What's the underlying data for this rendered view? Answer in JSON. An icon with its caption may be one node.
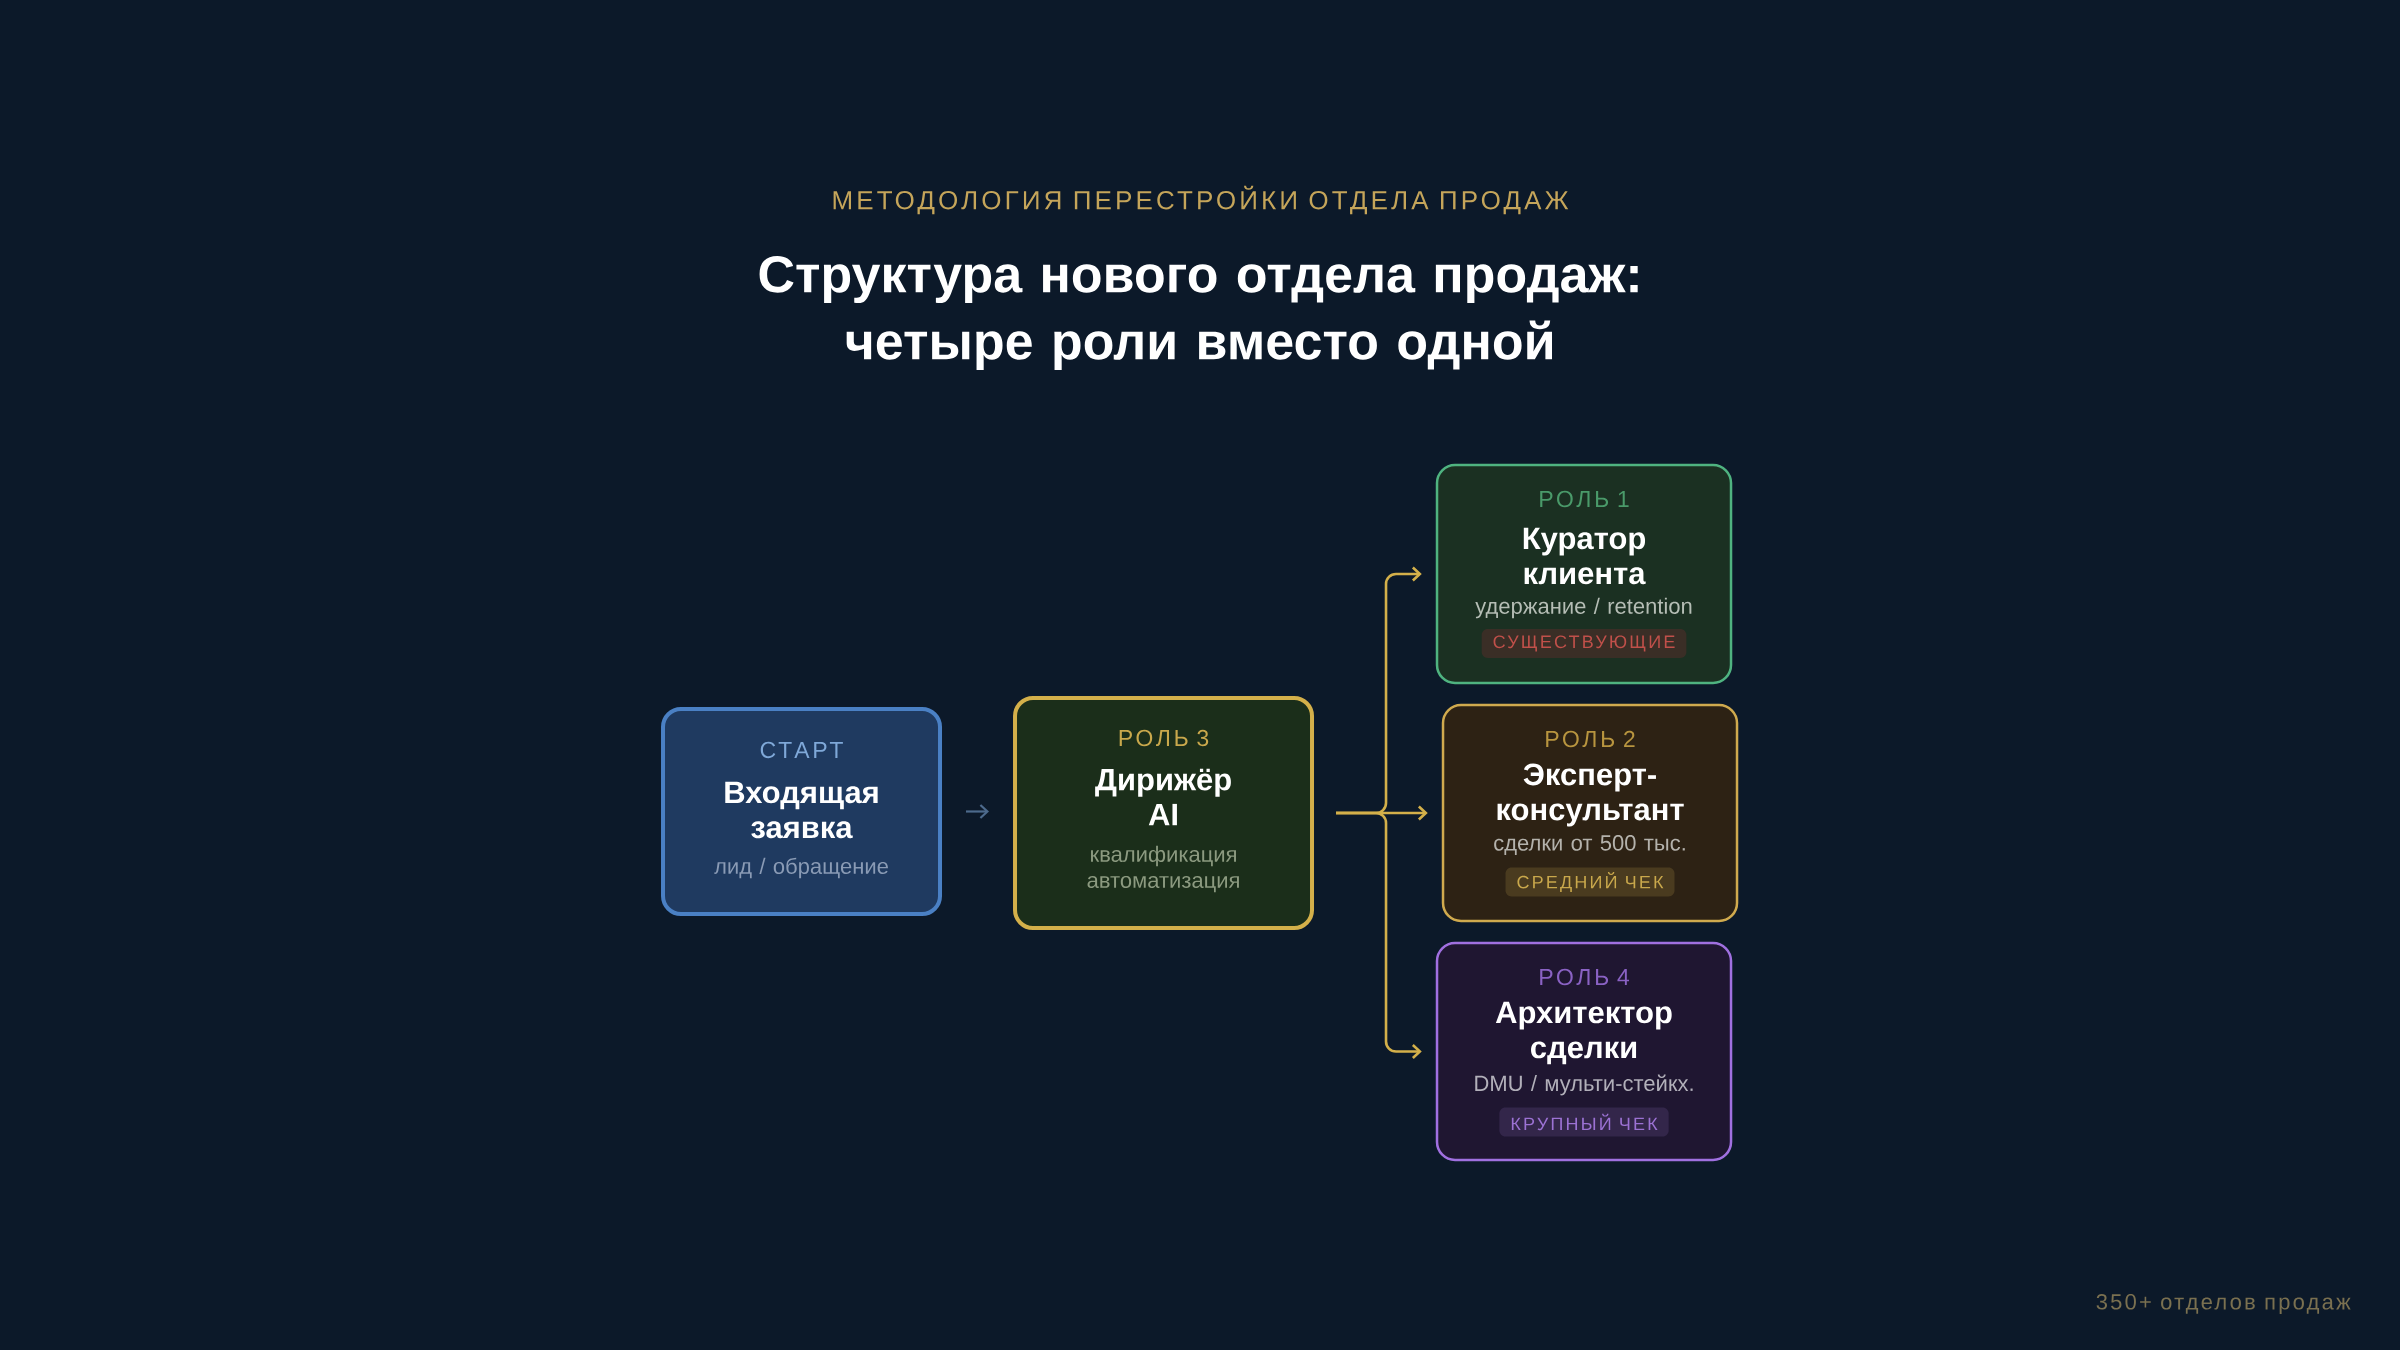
{
  "diagram": {
    "title": "Структура нового отдела продаж: четыре роли вместо одной",
    "nodes": [
      {
        "text": [
          "СТАРТ",
          "Входящая заявка",
          "лид / обращение"
        ]
      },
      {
        "text": [
          "РОЛЬ 3",
          "Дирижёр AI",
          "квалификация автоматизация"
        ]
      },
      {
        "text": [
          "РОЛЬ 1",
          "Куратор клиента",
          "удержание / retention"
        ]
      },
      {
        "text": [
          "СУЩЕСТВУЮЩИЕ"
        ],
        "in": 2
      },
      {
        "text": [
          "РОЛЬ 2",
          "Эксперт-консультант",
          "сделки от 500 тыс."
        ]
      },
      {
        "text": [
          "СРЕДНИЙ ЧЕК"
        ],
        "in": 4
      },
      {
        "text": [
          "РОЛЬ 4",
          "Архитектор сделки",
          "DMU / мульти-стейкх."
        ]
      },
      {
        "text": [
          "КРУПНЫЙ ЧЕК"
        ],
        "in": 6
      }
    ],
    "edges": [
      {
        "from": 0,
        "to": 1,
        "arrow": "to",
        "color": "#4d6a8c"
      },
      {
        "from": 1,
        "to": 2,
        "arrow": "to"
      },
      {
        "from": 1,
        "to": 4,
        "arrow": "to"
      },
      {
        "from": 1,
        "to": 6,
        "arrow": "to"
      }
    ],
    "labels": [
      "МЕТОДОЛОГИЯ ПЕРЕСТРОЙКИ ОТДЕЛА ПРОДАЖ",
      "350+ отделов продаж"
    ]
  }
}
